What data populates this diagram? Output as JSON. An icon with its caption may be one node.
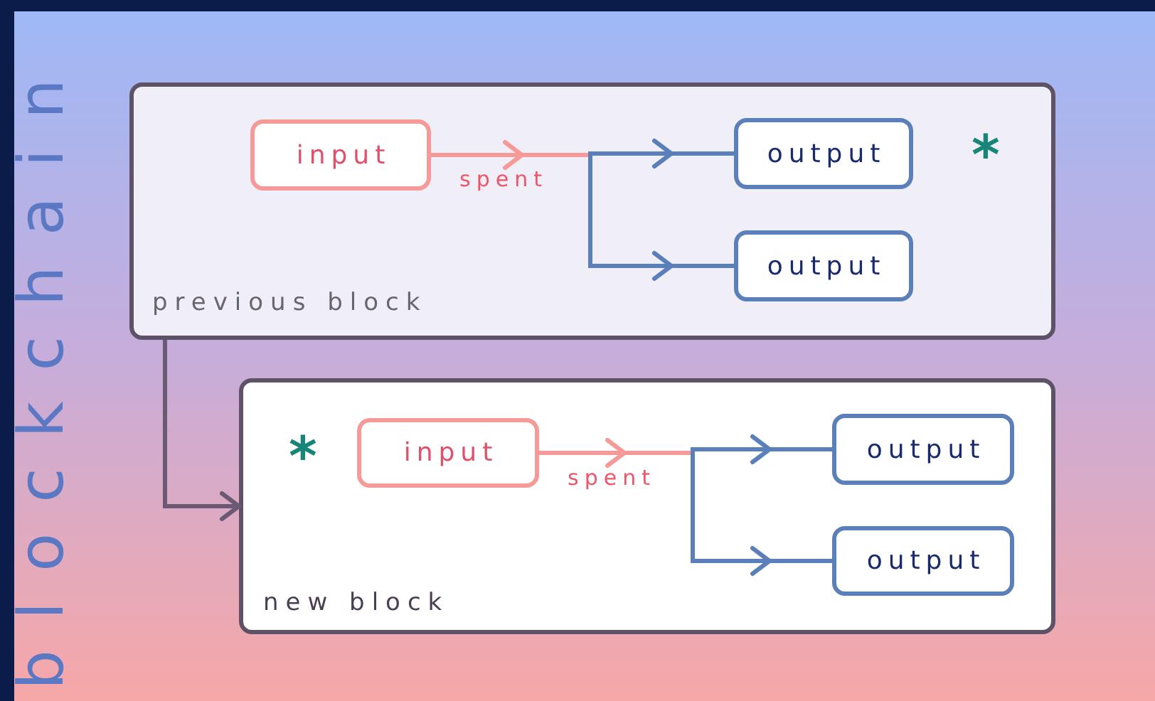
{
  "diagram": {
    "title": "blockchain",
    "nodes": [
      {
        "text": [
          "previous block"
        ]
      },
      {
        "text": [
          "input"
        ],
        "in": 0
      },
      {
        "text": [
          "output"
        ],
        "in": 0,
        "beside": [
          "*"
        ]
      },
      {
        "text": [
          "output"
        ],
        "in": 0
      },
      {
        "text": [
          "new block"
        ]
      },
      {
        "text": [
          "input"
        ],
        "in": 4,
        "beside": [
          "*"
        ]
      },
      {
        "text": [
          "output"
        ],
        "in": 4
      },
      {
        "text": [
          "output"
        ],
        "in": 4
      }
    ],
    "edges": [
      {
        "from": 1,
        "to": 2,
        "arrow": "to",
        "label": "spent",
        "color": "#f59a98"
      },
      {
        "from": 1,
        "to": 3,
        "arrow": "to",
        "color": "#5b7fb8"
      },
      {
        "from": 0,
        "to": 4,
        "arrow": "to",
        "color": "#6b5a73"
      },
      {
        "from": 5,
        "to": 6,
        "arrow": "to",
        "label": "spent",
        "color": "#f59a98"
      },
      {
        "from": 5,
        "to": 7,
        "arrow": "to",
        "color": "#5b7fb8"
      }
    ]
  }
}
